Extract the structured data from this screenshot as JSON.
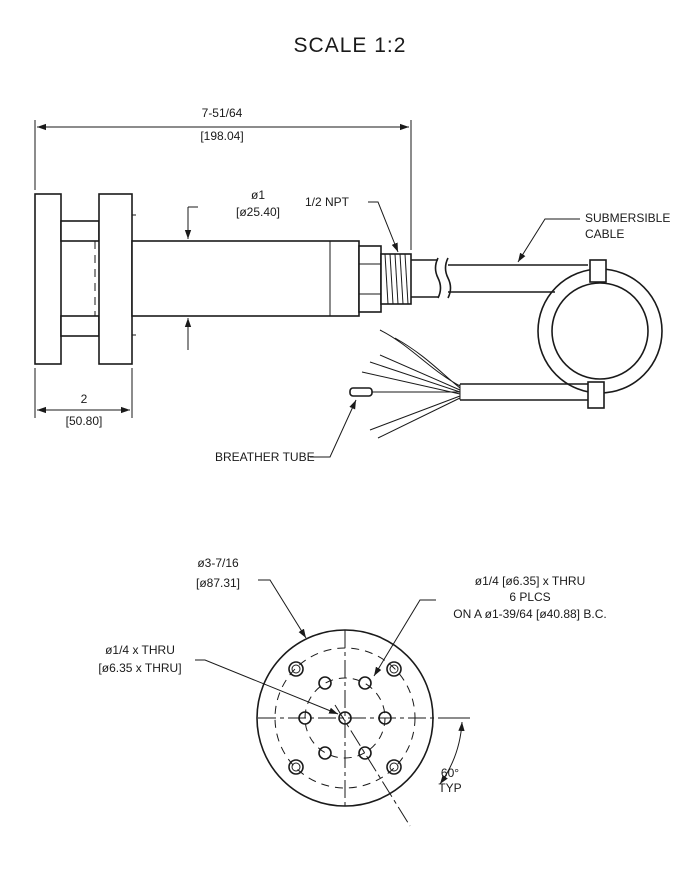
{
  "title": "SCALE  1:2",
  "side_view": {
    "overall_length": {
      "line1": "7-51/64",
      "line2": "[198.04]"
    },
    "body_diameter": {
      "line1": "ø1",
      "line2": "[ø25.40]"
    },
    "thread": "1/2 NPT",
    "cable": {
      "line1": "SUBMERSIBLE",
      "line2": "CABLE"
    },
    "flange_width": {
      "line1": "2",
      "line2": "[50.80]"
    },
    "breather": "BREATHER TUBE"
  },
  "end_view": {
    "outer_diameter": {
      "line1": "ø3-7/16",
      "line2": "[ø87.31]"
    },
    "bolt_holes": {
      "line1": "ø1/4 [ø6.35] x THRU",
      "line2": "6 PLCS",
      "line3": "ON A ø1-39/64 [ø40.88] B.C."
    },
    "center_hole": {
      "line1": "ø1/4 x THRU",
      "line2": "[ø6.35 x THRU]"
    },
    "angle": {
      "line1": "60°",
      "line2": "TYP"
    }
  }
}
